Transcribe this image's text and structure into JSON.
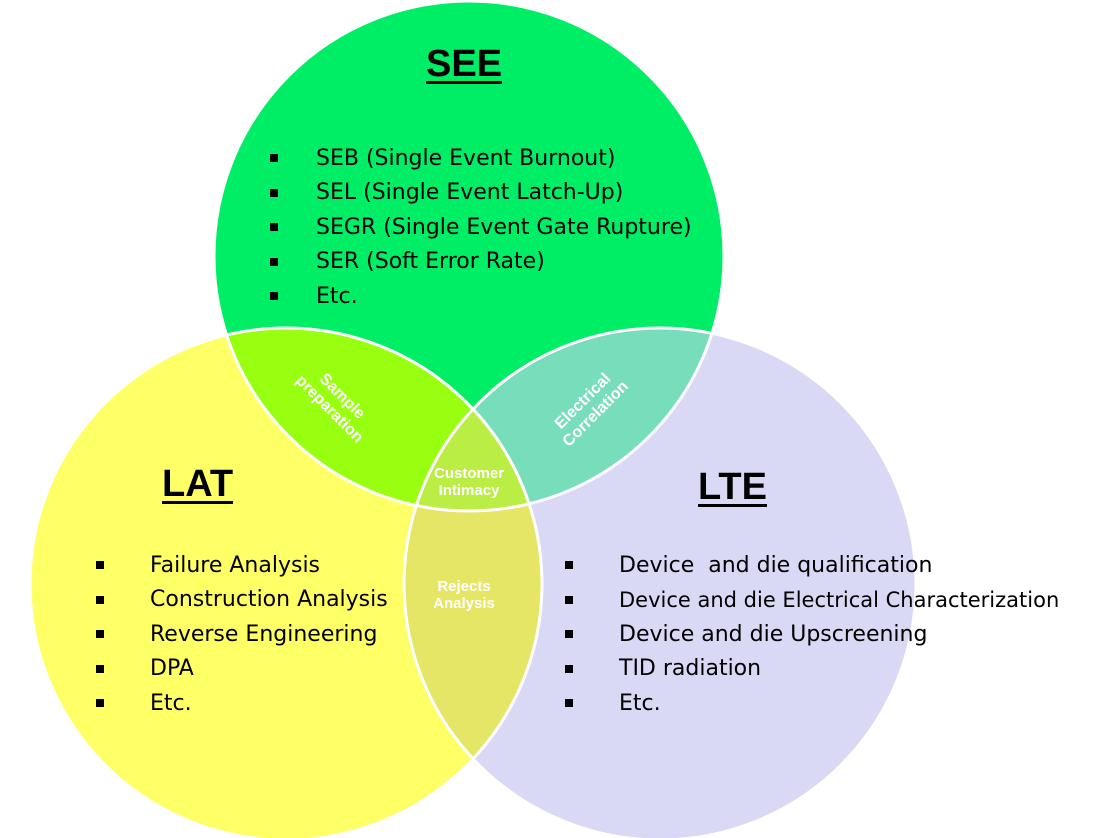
{
  "circles": {
    "see": {
      "title": "SEE",
      "fill": "#00ee66",
      "items": [
        "SEB (Single Event Burnout)",
        "SEL (Single Event Latch-Up)",
        "SEGR (Single Event Gate Rupture)",
        "SER (Soft Error Rate)",
        "Etc."
      ]
    },
    "lat": {
      "title": "LAT",
      "fill": "#ffff66",
      "items": [
        "Failure Analysis",
        "Construction Analysis",
        "Reverse Engineering",
        "DPA",
        "Etc."
      ]
    },
    "lte": {
      "title": "LTE",
      "fill": "#d9d9f5",
      "items": [
        "Device  and die qualification",
        "Device and die Electrical Characterization",
        "Device and die Upscreening",
        "TID radiation",
        "Etc."
      ]
    }
  },
  "overlaps": {
    "see_lat": {
      "line1": "Sample",
      "line2": "preparation",
      "fill": "#99ff11"
    },
    "see_lte": {
      "line1": "Electrical",
      "line2": "Correlation",
      "fill": "#77ddbb"
    },
    "lat_lte": {
      "line1": "Rejects",
      "line2": "Analysis",
      "fill": "#e6e666"
    },
    "center": {
      "line1": "Customer",
      "line2": "Intimacy",
      "fill": "#bbee44"
    }
  },
  "border_color": "#ffffff"
}
